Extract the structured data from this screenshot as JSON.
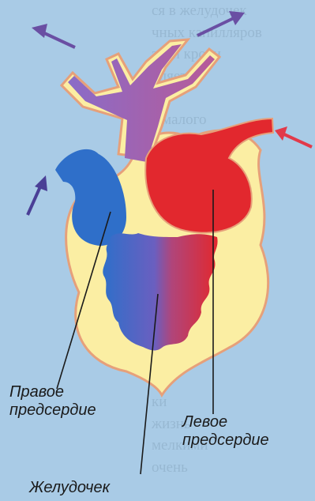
{
  "labels": {
    "right_atrium": [
      "Правое",
      "предсердие"
    ],
    "left_atrium": [
      "Левое",
      "предсердие"
    ],
    "ventricle": "Желудочек"
  },
  "colors": {
    "background": "#a9cbe6",
    "heart_fill": "#fbeea3",
    "oxygenated": "#e2282e",
    "deoxygenated": "#2f6fc9",
    "mixed": "#9a55a8",
    "arrow_red": "#e23a4a",
    "arrow_purple": "#6a4fa3"
  }
}
